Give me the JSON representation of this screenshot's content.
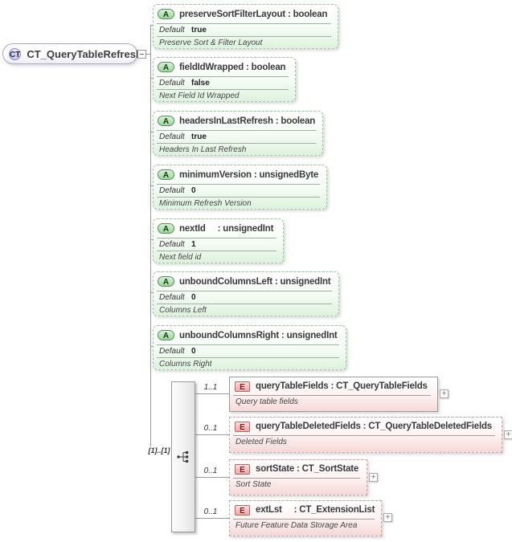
{
  "labels": {
    "default_caption": "Default",
    "expand_button": "+"
  },
  "colors": {
    "attribute_fill": "#def2de",
    "attribute_badge_border": "#5f8a5f",
    "element_fill": "#f6d8d8",
    "element_badge_border": "#ad6a6a",
    "complex_type_badge_fill": "#c6c6ee",
    "connector_line": "#9a9a9a"
  },
  "diagram": {
    "root": {
      "badge": "CT",
      "name": "CT_QueryTableRefresh"
    },
    "group": {
      "kind": "sequence",
      "cardinality": "[1]..[1]"
    },
    "attributes": [
      {
        "badge": "A",
        "label": "preserveSortFilterLayout : boolean",
        "default_value": "true",
        "description": "Preserve Sort & Filter Layout"
      },
      {
        "badge": "A",
        "label": "fieldIdWrapped : boolean",
        "default_value": "false",
        "description": "Next Field Id Wrapped"
      },
      {
        "badge": "A",
        "label": "headersInLastRefresh : boolean",
        "default_value": "true",
        "description": "Headers In Last Refresh"
      },
      {
        "badge": "A",
        "label": "minimumVersion : unsignedByte",
        "default_value": "0",
        "description": "Minimum Refresh Version"
      },
      {
        "badge": "A",
        "label": "nextId     : unsignedInt",
        "default_value": "1",
        "description": "Next field id"
      },
      {
        "badge": "A",
        "label": "unboundColumnsLeft : unsignedInt",
        "default_value": "0",
        "description": "Columns Left"
      },
      {
        "badge": "A",
        "label": "unboundColumnsRight : unsignedInt",
        "default_value": "0",
        "description": "Columns Right"
      }
    ],
    "elements": [
      {
        "badge": "E",
        "cardinality": "1..1",
        "label": "queryTableFields : CT_QueryTableFields",
        "description": "Query table fields"
      },
      {
        "badge": "E",
        "cardinality": "0..1",
        "label": "queryTableDeletedFields : CT_QueryTableDeletedFields",
        "description": "Deleted Fields"
      },
      {
        "badge": "E",
        "cardinality": "0..1",
        "label": "sortState : CT_SortState",
        "description": "Sort State"
      },
      {
        "badge": "E",
        "cardinality": "0..1",
        "label": "extLst     : CT_ExtensionList",
        "description": "Future Feature Data Storage Area"
      }
    ]
  }
}
